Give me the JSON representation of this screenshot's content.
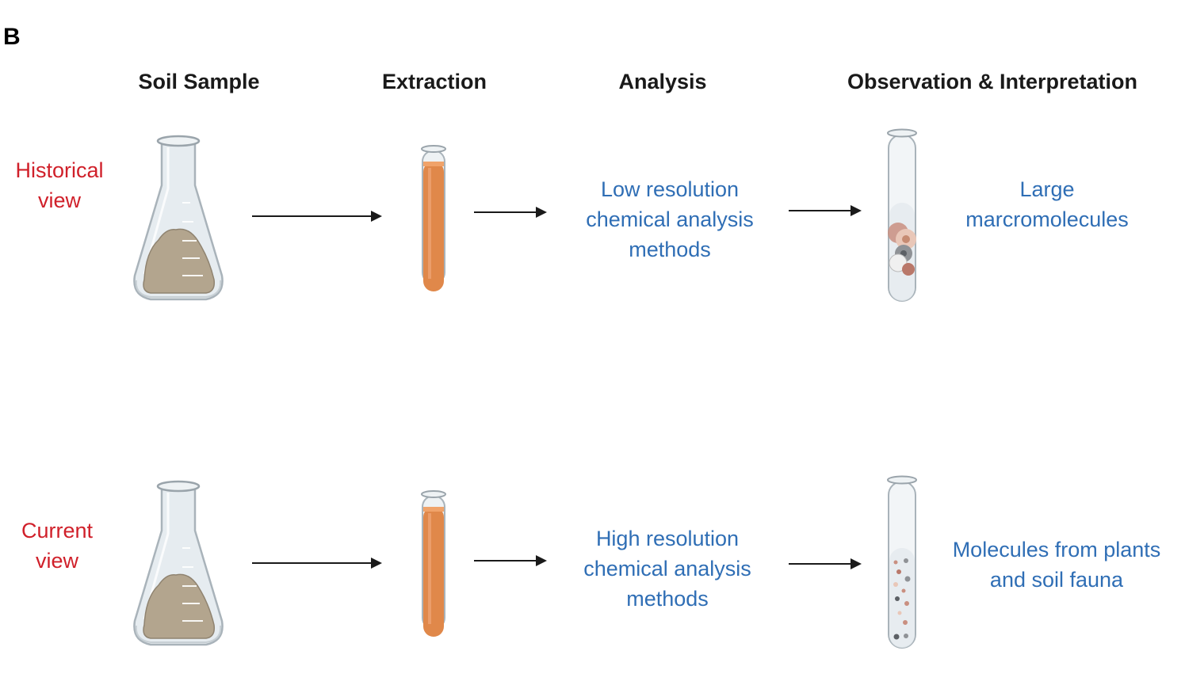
{
  "panel_label": "B",
  "columns": {
    "soil_sample": "Soil Sample",
    "extraction": "Extraction",
    "analysis": "Analysis",
    "observation": "Observation & Interpretation"
  },
  "rows": {
    "historical": {
      "label_line1": "Historical",
      "label_line2": "view",
      "analysis_line1": "Low resolution",
      "analysis_line2": "chemical analysis",
      "analysis_line3": "methods",
      "result_line1": "Large",
      "result_line2": "marcromolecules"
    },
    "current": {
      "label_line1": "Current",
      "label_line2": "view",
      "analysis_line1": "High resolution",
      "analysis_line2": "chemical analysis",
      "analysis_line3": "methods",
      "result_line1": "Molecules from plants",
      "result_line2": "and soil fauna"
    }
  },
  "colors": {
    "row_label": "#d0202a",
    "method_text": "#2f6eb5",
    "extract": "#e0884a",
    "soil": "#b3a58e"
  }
}
